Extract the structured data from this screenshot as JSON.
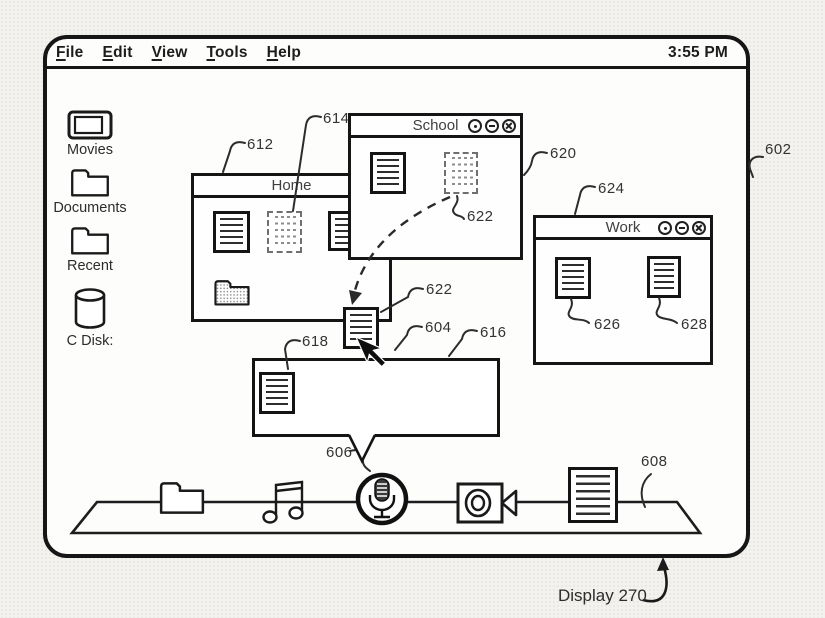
{
  "colors": {
    "ink": "#161616",
    "label_text": "#333333",
    "paper": "#f3f2ee"
  },
  "menu_bar": {
    "items": [
      {
        "initial": "F",
        "rest": "ile"
      },
      {
        "initial": "E",
        "rest": "dit"
      },
      {
        "initial": "V",
        "rest": "iew"
      },
      {
        "initial": "T",
        "rest": "ools"
      },
      {
        "initial": "H",
        "rest": "elp"
      }
    ],
    "clock": "3:55 PM"
  },
  "desktop_icons": [
    {
      "label": "Movies",
      "icon": "screen-icon"
    },
    {
      "label": "Documents",
      "icon": "folder-icon"
    },
    {
      "label": "Recent",
      "icon": "folder-icon"
    },
    {
      "label": "C Disk:",
      "icon": "disk-icon"
    }
  ],
  "windows": {
    "home": {
      "title": "Home",
      "buttons": [
        "dot"
      ]
    },
    "school": {
      "title": "School",
      "buttons": [
        "dot",
        "minus",
        "x"
      ]
    },
    "work": {
      "title": "Work",
      "buttons": [
        "dot",
        "minus",
        "x"
      ]
    }
  },
  "dock": {
    "icons": [
      "folder-icon",
      "music-icon",
      "microphone-icon",
      "video-camera-icon",
      "document-icon"
    ],
    "highlighted_icon": "microphone-icon"
  },
  "refs": {
    "display": "602",
    "home_window": "612",
    "home_ghost_doc": "614",
    "school_window": "620",
    "school_ghost_doc": "622",
    "work_window": "624",
    "work_doc_left": "626",
    "work_doc_right": "628",
    "dragged_doc": "622",
    "cursor": "604",
    "callout": "616",
    "callout_doc": "618",
    "mic_button": "606",
    "dock_doc": "608"
  },
  "caption": {
    "display": "Display 270"
  }
}
